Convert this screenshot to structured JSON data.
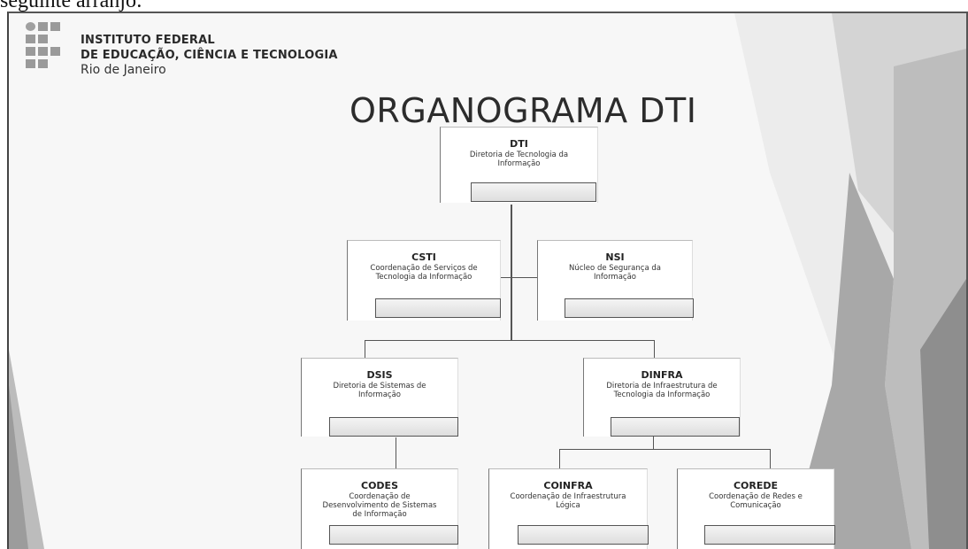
{
  "caption": "seguinte arranjo:",
  "header": {
    "line1": "INSTITUTO FEDERAL",
    "line2": "DE EDUCAÇÃO, CIÊNCIA E TECNOLOGIA",
    "line3": "Rio de Janeiro"
  },
  "title": "ORGANOGRAMA DTI",
  "nodes": {
    "dti": {
      "name": "DTI",
      "desc": "Diretoria de Tecnologia da Informação"
    },
    "csti": {
      "name": "CSTI",
      "desc": "Coordenação de Serviços de Tecnologia da Informação"
    },
    "nsi": {
      "name": "NSI",
      "desc": "Núcleo de Segurança da Informação"
    },
    "dsis": {
      "name": "DSIS",
      "desc": "Diretoria de Sistemas de Informação"
    },
    "dinfra": {
      "name": "DINFRA",
      "desc": "Diretoria de Infraestrutura de Tecnologia da Informação"
    },
    "codes": {
      "name": "CODES",
      "desc": "Coordenação de Desenvolvimento de Sistemas de Informação"
    },
    "coinfra": {
      "name": "COINFRA",
      "desc": "Coordenação de Infraestrutura Lógica"
    },
    "corede": {
      "name": "COREDE",
      "desc": "Coordenação de Redes e Comunicação"
    }
  },
  "colors": {
    "slide_bg": "#f7f7f7",
    "line": "#555555",
    "shape_dark": "#9a9a9a"
  }
}
